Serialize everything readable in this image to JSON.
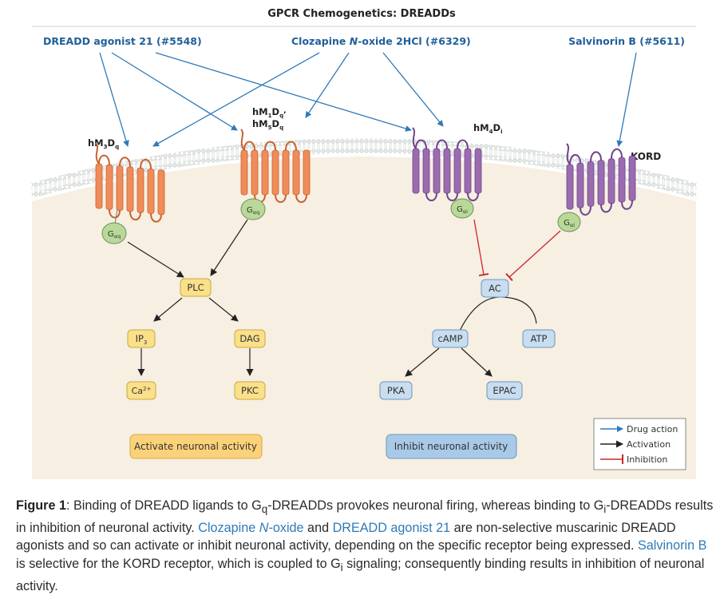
{
  "figure": {
    "title": "GPCR Chemogenetics: DREADDs",
    "drugs": {
      "agonist21": "DREADD agonist 21 (#5548)",
      "cno": "Clozapine N-oxide 2HCl (#6329)",
      "cno_pre": "Clozapine ",
      "cno_italic": "N",
      "cno_post": "-oxide 2HCl (#6329)",
      "salvinorin": "Salvinorin B (#5611)"
    },
    "receptors": {
      "hm3dq": "hM3Dq",
      "hm1dq": "hM1Dq,",
      "hm5dq": "hM5Dq",
      "hm4di": "hM4Di",
      "kord": "KORD"
    },
    "g_proteins": {
      "gaq": "Gαq",
      "gai": "Gαi"
    },
    "nodes": {
      "plc": "PLC",
      "ip3": "IP3",
      "dag": "DAG",
      "ca": "Ca2+",
      "pkc": "PKC",
      "ac": "AC",
      "camp": "cAMP",
      "atp": "ATP",
      "pka": "PKA",
      "epac": "EPAC"
    },
    "outcomes": {
      "activate": "Activate neuronal activity",
      "inhibit": "Inhibit neuronal activity"
    },
    "legend": {
      "drug_action": "Drug action",
      "activation": "Activation",
      "inhibition": "Inhibition"
    },
    "colors": {
      "gq_receptor": "#ef8c5a",
      "gi_receptor": "#9b6bb0",
      "g_protein": "#b9d89a",
      "drug_arrow": "#2f7ab8",
      "inhibition": "#c8282e",
      "activation": "#222222",
      "gq_node": "#fbe08a",
      "gi_node": "#c8ddf0",
      "cytoplasm": "#f6efe2",
      "link": "#2f7ab8"
    }
  },
  "caption": {
    "figure_label": "Figure 1",
    "t1": ": Binding of DREADD ligands to G",
    "sub_q": "q",
    "t2": "-DREADDs provokes neuronal firing, whereas binding to G",
    "sub_i1": "i",
    "t3": "-DREADDs results in inhibition of neuronal activity. ",
    "link_cno_pre": "Clozapine ",
    "link_cno_italic": "N",
    "link_cno_post": "-oxide",
    "t4": " and ",
    "link_agonist21": "DREADD agonist 21",
    "t5": " are non-selective muscarinic DREADD agonists and so can activate or inhibit neuronal activity, depending on the specific receptor being expressed. ",
    "link_salvinorin": "Salvinorin B",
    "t6": " is selective for the KORD receptor, which is coupled to G",
    "sub_i2": "i",
    "t7": " signaling; consequently binding results in inhibition of neuronal activity."
  }
}
